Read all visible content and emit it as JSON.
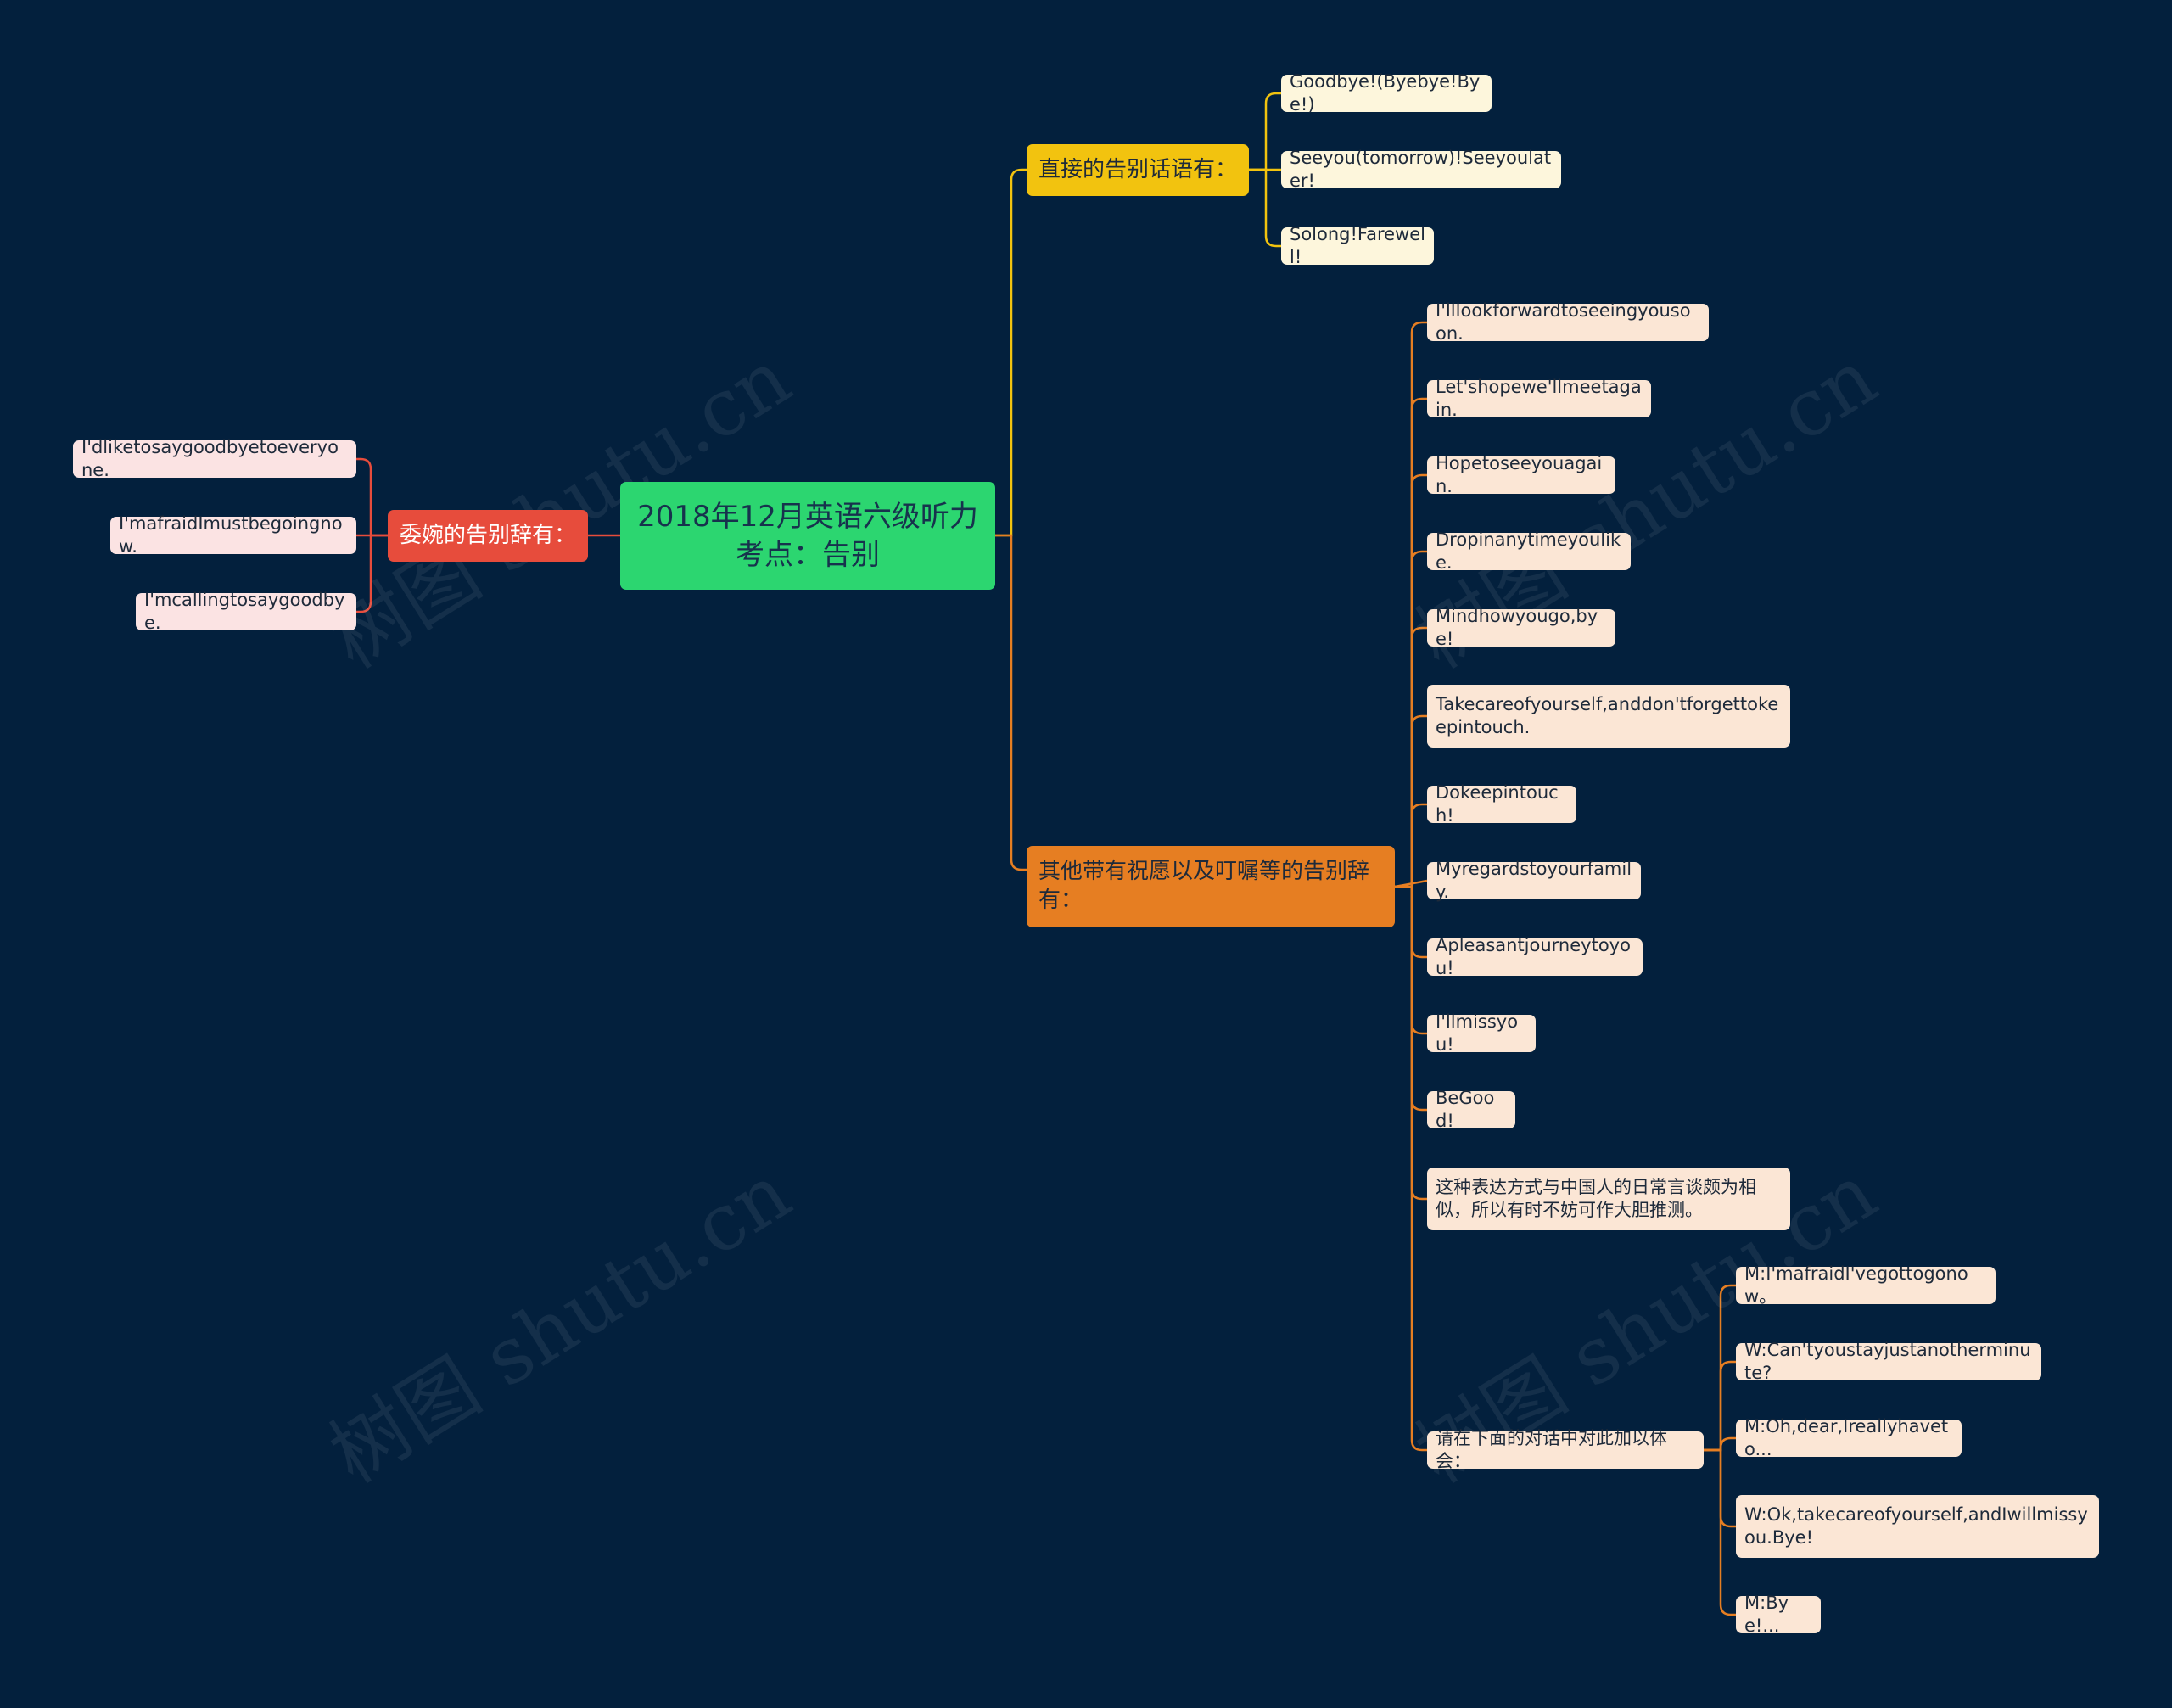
{
  "root": {
    "label": "2018年12月英语六级听力考点：告别"
  },
  "branch_direct": {
    "label": "直接的告别话语有：",
    "items": [
      "Goodbye!(Byebye!Bye!)",
      "Seeyou(tomorrow)!Seeyoulater!",
      "Solong!Farewell!"
    ]
  },
  "branch_other": {
    "label": "其他带有祝愿以及叮嘱等的告别辞有：",
    "items": [
      "I'lllookforwardtoseeingyousoon.",
      "Let'shopewe'llmeetagain.",
      "Hopetoseeyouagain.",
      "Dropinanytimeyoulike.",
      "Mindhowyougo,bye!",
      "Takecareofyourself,anddon'tforgettokeepintouch.",
      "Dokeepintouch!",
      "Myregardstoyourfamily.",
      "Apleasantjourneytoyou!",
      "I'llmissyou!",
      "BeGood!",
      "这种表达方式与中国人的日常言谈颇为相似，所以有时不妨可作大胆推测。",
      "请在下面的对话中对此加以体会："
    ],
    "dialogue": [
      "M:I'mafraidI'vegottogonow。",
      "W:Can'tyoustayjustanotherminute?",
      "M:Oh,dear,Ireallyhaveto...",
      "W:Ok,takecareofyourself,andIwillmissyou.Bye!",
      "M:Bye!..."
    ]
  },
  "branch_polite": {
    "label": "委婉的告别辞有：",
    "items": [
      "I'dliketosaygoodbyetoeveryone.",
      "I'mafraidImustbegoingnow.",
      "I'mcallingtosaygoodbye."
    ]
  },
  "watermark": "树图 shutu.cn",
  "colors": {
    "background": "#03203d",
    "root": "#2cd670",
    "branch_direct": "#f2c30f",
    "branch_other": "#e67e22",
    "branch_polite": "#e74c3c"
  }
}
